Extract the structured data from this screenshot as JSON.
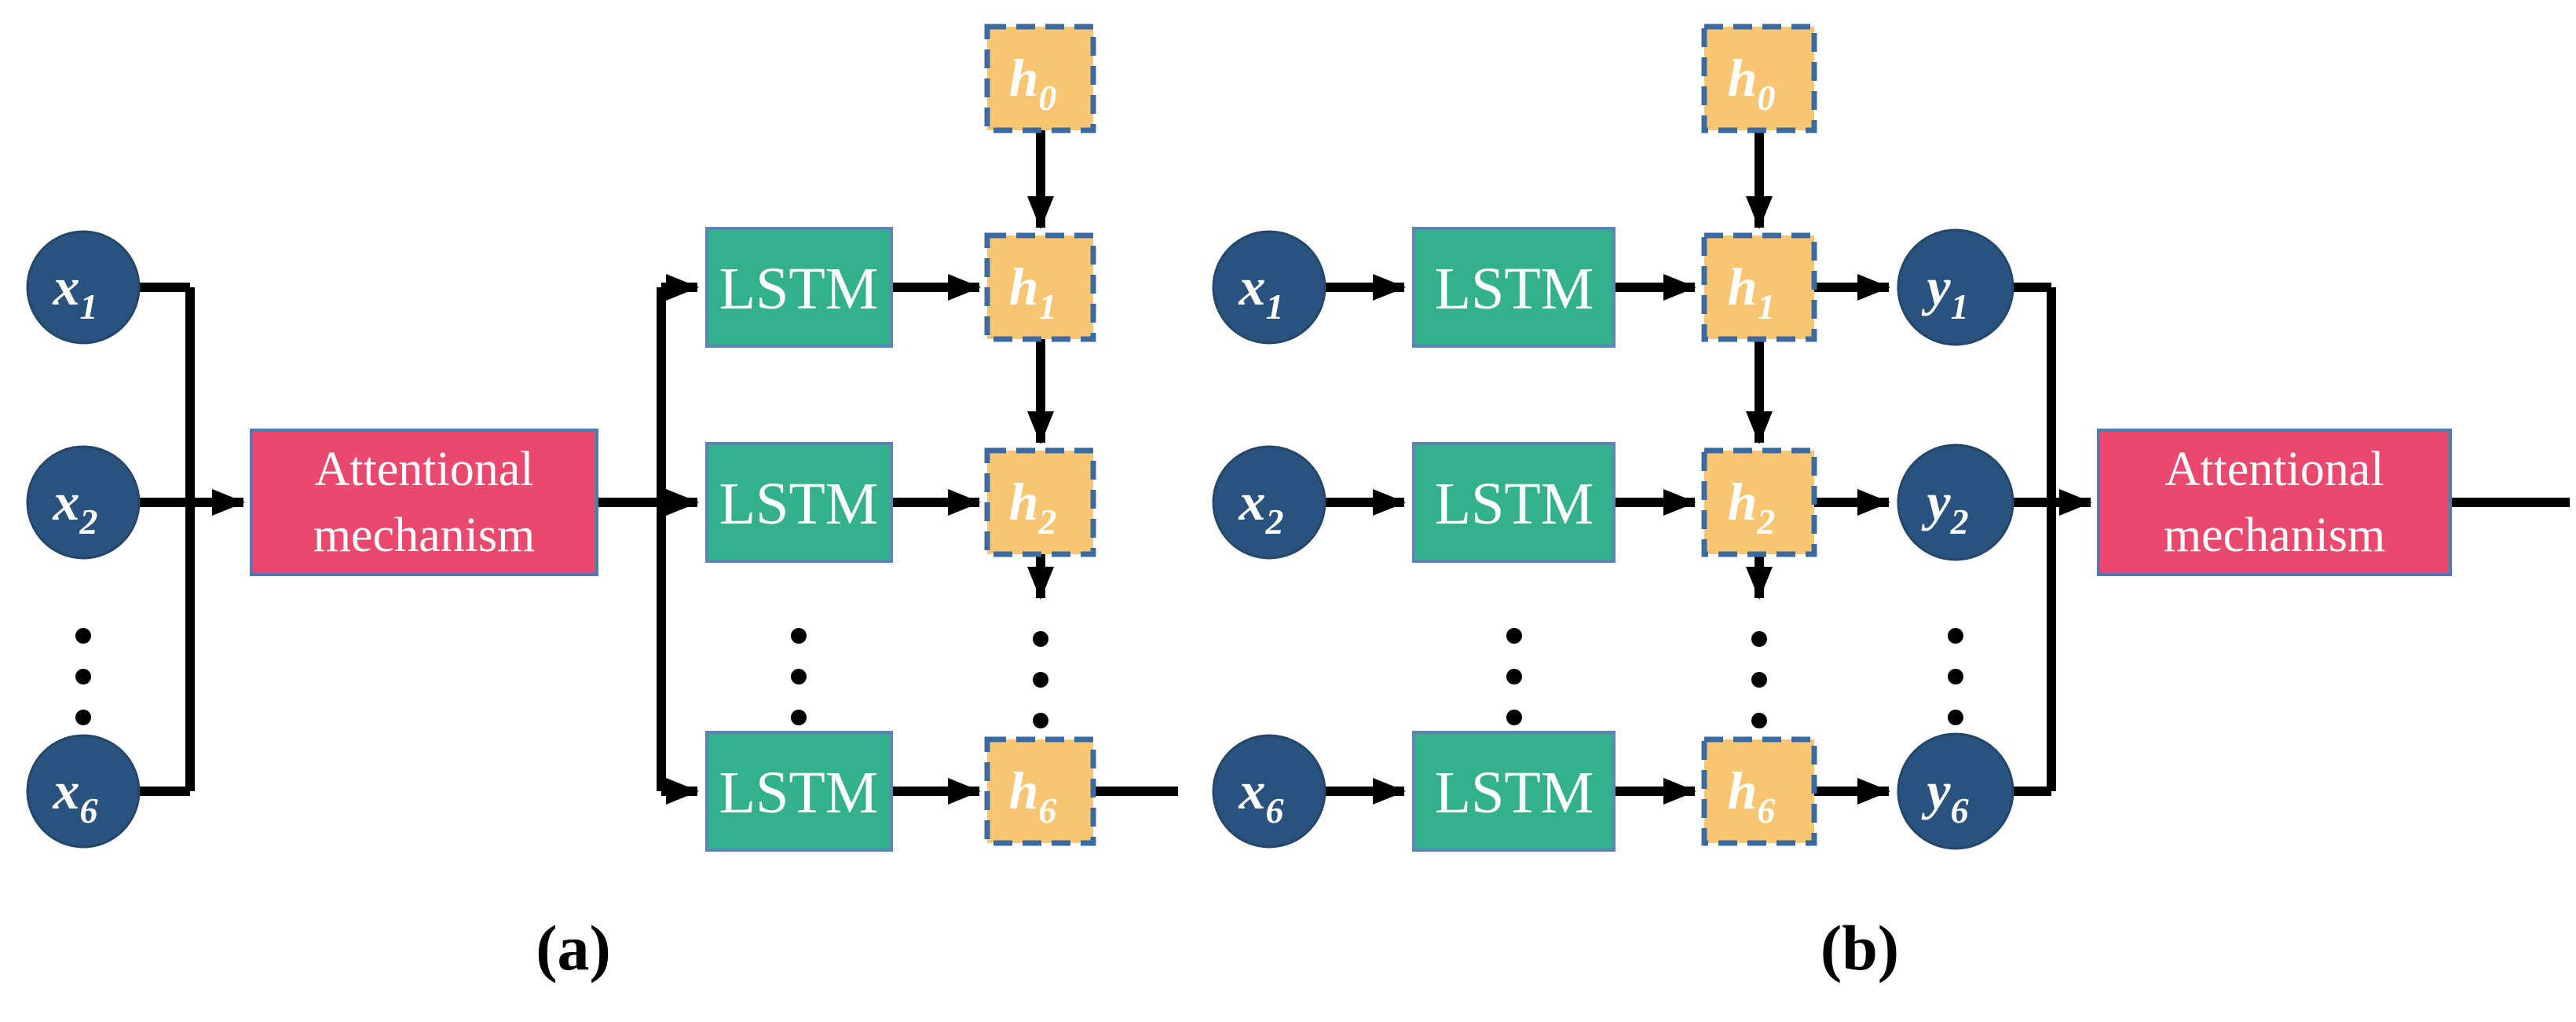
{
  "figure": {
    "colors": {
      "node_blue": "#2a527e",
      "lstm_green": "#33b18c",
      "hidden_orange": "#f8c572",
      "attention_pink": "#e9486f",
      "box_border_blue": "#5b84b8",
      "dashed_border_blue": "#3a6aa0",
      "line_black": "#000000",
      "text_white": "#ffffff"
    },
    "panel_a": {
      "caption": "(a)",
      "inputs": [
        {
          "base": "x",
          "sub": "1"
        },
        {
          "base": "x",
          "sub": "2"
        },
        {
          "base": "x",
          "sub": "6"
        }
      ],
      "attention_box": {
        "line1": "Attentional",
        "line2": "mechanism"
      },
      "lstm_boxes": [
        {
          "label": "LSTM"
        },
        {
          "label": "LSTM"
        },
        {
          "label": "LSTM"
        }
      ],
      "hidden_states": [
        {
          "base": "h",
          "sub": "0"
        },
        {
          "base": "h",
          "sub": "1"
        },
        {
          "base": "h",
          "sub": "2"
        },
        {
          "base": "h",
          "sub": "6"
        }
      ]
    },
    "panel_b": {
      "caption": "(b)",
      "inputs": [
        {
          "base": "x",
          "sub": "1"
        },
        {
          "base": "x",
          "sub": "2"
        },
        {
          "base": "x",
          "sub": "6"
        }
      ],
      "lstm_boxes": [
        {
          "label": "LSTM"
        },
        {
          "label": "LSTM"
        },
        {
          "label": "LSTM"
        }
      ],
      "hidden_states": [
        {
          "base": "h",
          "sub": "0"
        },
        {
          "base": "h",
          "sub": "1"
        },
        {
          "base": "h",
          "sub": "2"
        },
        {
          "base": "h",
          "sub": "6"
        }
      ],
      "outputs": [
        {
          "base": "y",
          "sub": "1"
        },
        {
          "base": "y",
          "sub": "2"
        },
        {
          "base": "y",
          "sub": "6"
        }
      ],
      "attention_box": {
        "line1": "Attentional",
        "line2": "mechanism"
      }
    }
  }
}
